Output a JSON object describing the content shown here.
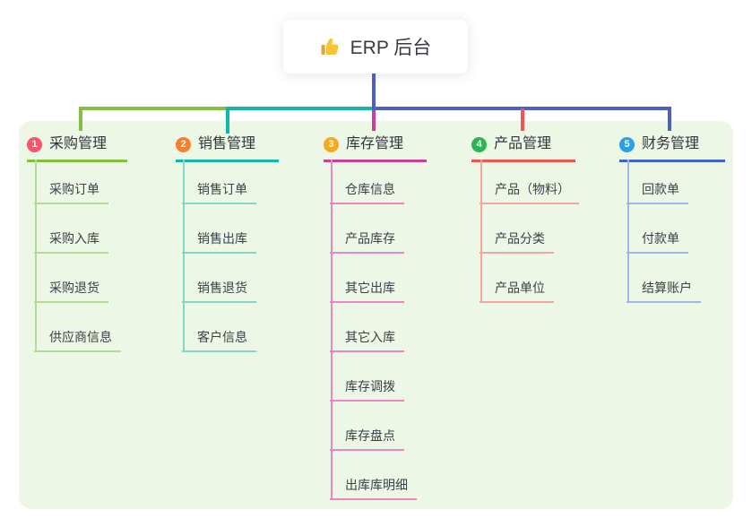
{
  "root": {
    "label": "ERP 后台",
    "icon": "thumbs-up-icon"
  },
  "branches": [
    {
      "num": "1",
      "label": "采购管理",
      "badge_color": "#f4566c",
      "line_color": "#83bf41",
      "child_line_color": "#b5db9b",
      "children": [
        "采购订单",
        "采购入库",
        "采购退货",
        "供应商信息"
      ]
    },
    {
      "num": "2",
      "label": "销售管理",
      "badge_color": "#f67f2d",
      "line_color": "#12b7a6",
      "child_line_color": "#82d6ca",
      "children": [
        "销售订单",
        "销售出库",
        "销售退货",
        "客户信息"
      ]
    },
    {
      "num": "3",
      "label": "库存管理",
      "badge_color": "#f9a71d",
      "line_color": "#ce3e97",
      "child_line_color": "#ec87c3",
      "children": [
        "仓库信息",
        "产品库存",
        "其它出库",
        "其它入库",
        "库存调拨",
        "库存盘点",
        "出库库明细"
      ]
    },
    {
      "num": "4",
      "label": "产品管理",
      "badge_color": "#2eb352",
      "line_color": "#f4534f",
      "child_line_color": "#f7a39e",
      "children": [
        "产品（物料）",
        "产品分类",
        "产品单位"
      ]
    },
    {
      "num": "5",
      "label": "财务管理",
      "badge_color": "#2aa0e9",
      "line_color": "#3d63cd",
      "child_line_color": "#a0b6e8",
      "children": [
        "回款单",
        "付款单",
        "结算账户"
      ]
    }
  ],
  "colors": {
    "canvas_bg": "#ffffff",
    "panel_bg": "#ecf7e6",
    "root_stem_blue": "#4e5ec6",
    "text_dark": "#3a3a42"
  }
}
